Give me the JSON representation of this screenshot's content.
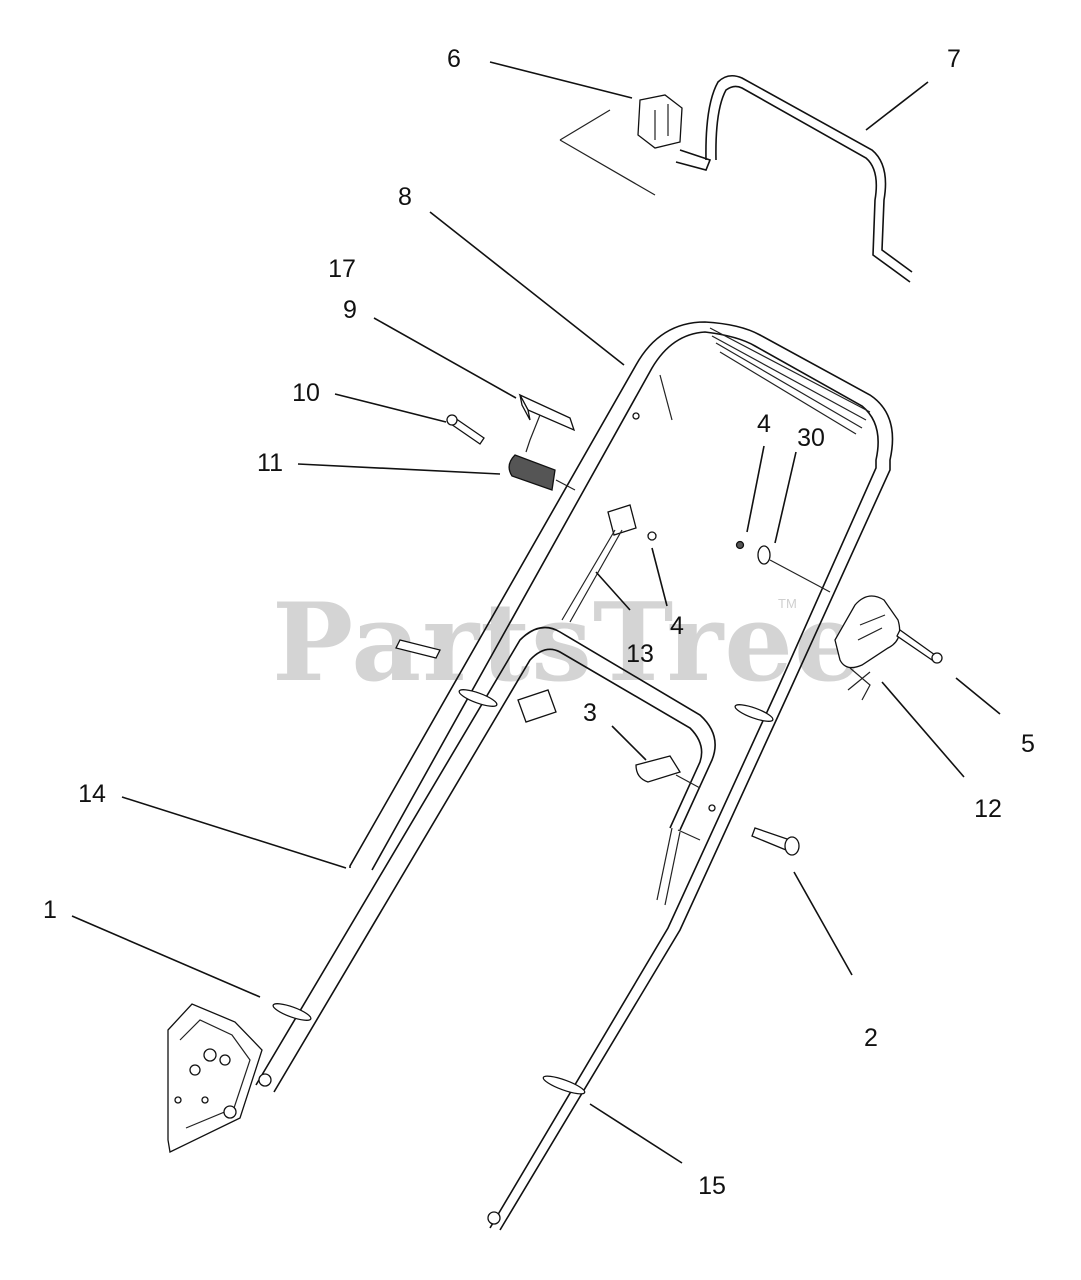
{
  "watermark": {
    "text": "PartsTree",
    "trademark": "TM"
  },
  "callouts": [
    {
      "id": "1",
      "text": "1"
    },
    {
      "id": "2",
      "text": "2"
    },
    {
      "id": "3",
      "text": "3"
    },
    {
      "id": "4a",
      "text": "4"
    },
    {
      "id": "4b",
      "text": "4"
    },
    {
      "id": "5",
      "text": "5"
    },
    {
      "id": "6",
      "text": "6"
    },
    {
      "id": "7",
      "text": "7"
    },
    {
      "id": "8",
      "text": "8"
    },
    {
      "id": "9",
      "text": "9"
    },
    {
      "id": "10",
      "text": "10"
    },
    {
      "id": "11",
      "text": "11"
    },
    {
      "id": "12",
      "text": "12"
    },
    {
      "id": "13",
      "text": "13"
    },
    {
      "id": "14",
      "text": "14"
    },
    {
      "id": "15",
      "text": "15"
    },
    {
      "id": "17",
      "text": "17"
    },
    {
      "id": "30",
      "text": "30"
    }
  ]
}
